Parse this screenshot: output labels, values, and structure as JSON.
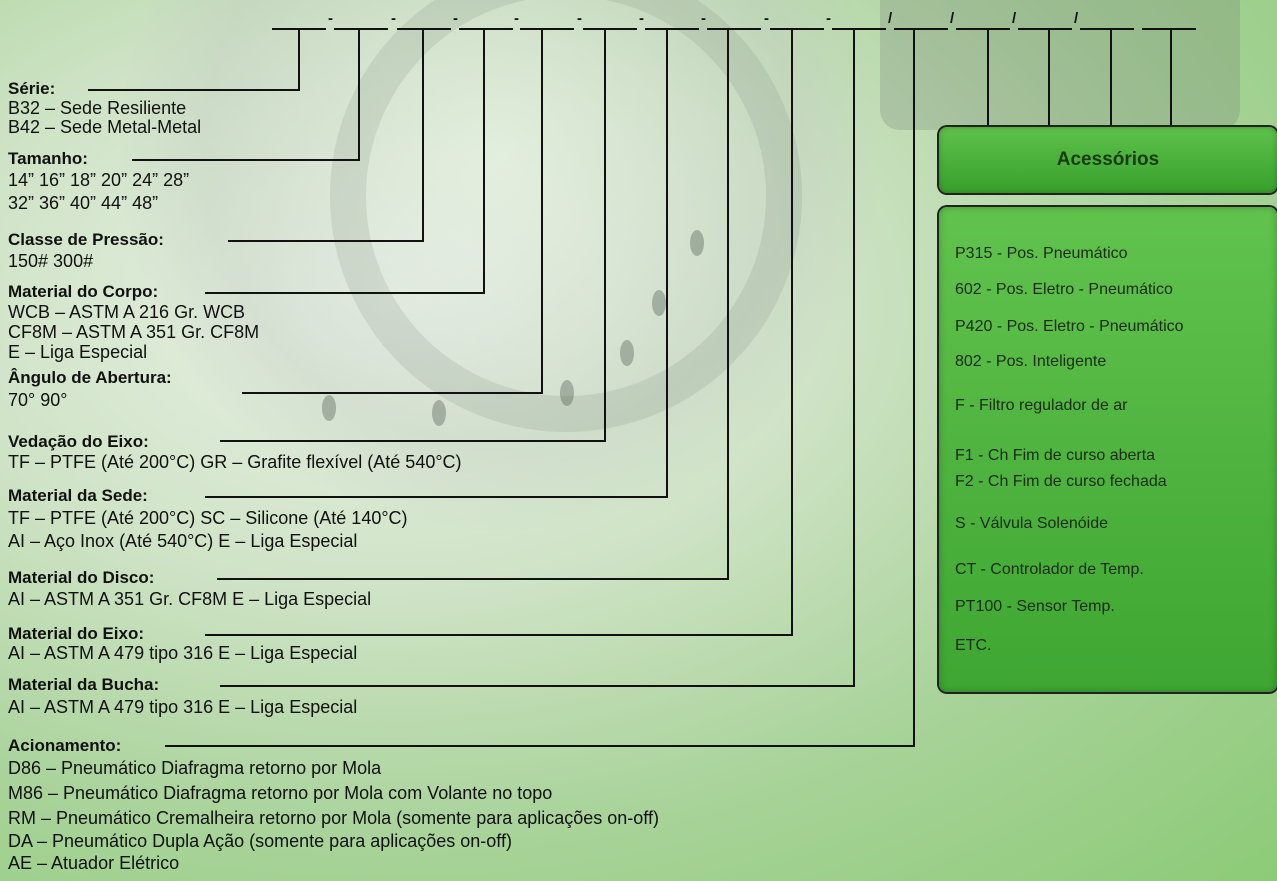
{
  "code_separators": [
    "-",
    "-",
    "-",
    "-",
    "-",
    "-",
    "-",
    "-",
    "-",
    "/",
    "/",
    "/",
    "/"
  ],
  "sections": [
    {
      "heading": "Série:",
      "options": [
        "B32 – Sede Resiliente",
        "B42 – Sede Metal-Metal"
      ]
    },
    {
      "heading": "Tamanho:",
      "options": [
        "14”   16”   18”   20”   24”  28”",
        "32”  36”  40”  44”   48”"
      ]
    },
    {
      "heading": "Classe de Pressão:",
      "options": [
        "150#   300#"
      ]
    },
    {
      "heading": "Material do Corpo:",
      "options": [
        "WCB – ASTM A 216 Gr. WCB",
        "CF8M – ASTM A 351 Gr. CF8M",
        "E – Liga Especial"
      ]
    },
    {
      "heading": "Ângulo de Abertura:",
      "options": [
        "70°   90°"
      ]
    },
    {
      "heading": "Vedação do Eixo:",
      "options": [
        "TF – PTFE (Até 200°C)   GR – Grafite flexível (Até 540°C)"
      ]
    },
    {
      "heading": "Material da Sede:",
      "options": [
        "TF – PTFE (Até 200°C)   SC – Silicone (Até 140°C)",
        "AI – Aço Inox (Até 540°C)   E – Liga Especial"
      ]
    },
    {
      "heading": "Material do Disco:",
      "options": [
        "AI – ASTM A 351 Gr. CF8M   E – Liga Especial"
      ]
    },
    {
      "heading": "Material do Eixo:",
      "options": [
        "AI – ASTM A 479 tipo 316   E – Liga Especial"
      ]
    },
    {
      "heading": "Material da Bucha:",
      "options": [
        "AI – ASTM A 479 tipo 316   E – Liga Especial"
      ]
    },
    {
      "heading": "Acionamento:",
      "options": [
        "D86 – Pneumático Diafragma retorno por Mola",
        "M86 – Pneumático Diafragma retorno por Mola com Volante no topo",
        "RM – Pneumático Cremalheira retorno por Mola (somente para aplicações on-off)",
        "DA – Pneumático Dupla Ação (somente para aplicações on-off)",
        "AE – Atuador Elétrico"
      ]
    }
  ],
  "accessories": {
    "title": "Acessórios",
    "items": [
      "P315 - Pos. Pneumático",
      "602 - Pos. Eletro - Pneumático",
      "P420 - Pos. Eletro - Pneumático",
      "802 - Pos. Inteligente",
      "F - Filtro regulador de ar",
      "F1 - Ch Fim de curso aberta",
      "F2 - Ch Fim de curso fechada",
      "S - Válvula Solenóide",
      "CT - Controlador de Temp.",
      "PT100 - Sensor Temp.",
      "ETC."
    ]
  },
  "colors": {
    "panel_green": "#4bb23c",
    "line": "#111111"
  }
}
